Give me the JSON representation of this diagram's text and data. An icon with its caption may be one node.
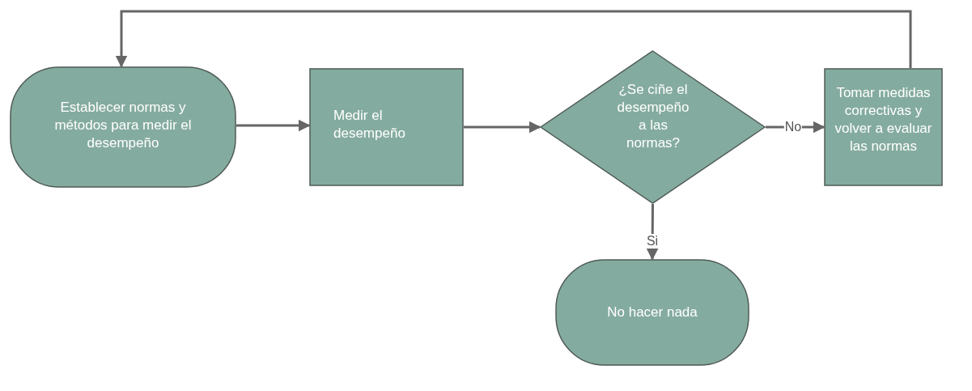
{
  "diagram": {
    "nodes": [
      {
        "text": [
          "Establecer normas y métodos para medir el desempeño"
        ]
      },
      {
        "text": [
          "Medir el desempeño"
        ]
      },
      {
        "text": [
          "¿Se ciñe el desempeño a las normas?"
        ]
      },
      {
        "text": [
          "Tomar medidas correctivas y volver a evaluar las normas"
        ]
      },
      {
        "text": [
          "No hacer nada"
        ]
      }
    ],
    "edges": [
      {
        "from": 0,
        "to": 1,
        "arrow": "to"
      },
      {
        "from": 1,
        "to": 2,
        "arrow": "to"
      },
      {
        "from": 2,
        "to": 3,
        "arrow": "to",
        "label": "No"
      },
      {
        "from": 2,
        "to": 4,
        "arrow": "to",
        "label": "Si"
      },
      {
        "from": 3,
        "to": 0,
        "arrow": "to"
      }
    ]
  }
}
